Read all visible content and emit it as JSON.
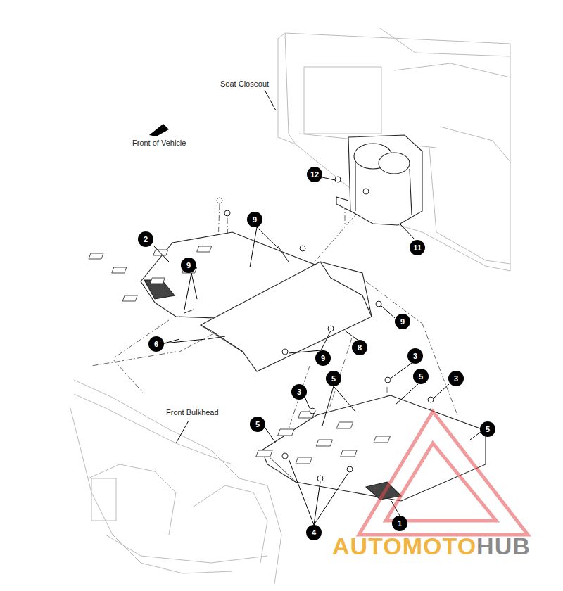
{
  "diagram": {
    "nodes": [
      {
        "text": [
          "12"
        ]
      },
      {
        "text": [
          "9"
        ]
      },
      {
        "text": [
          "2"
        ]
      },
      {
        "text": [
          "11"
        ]
      },
      {
        "text": [
          "9"
        ]
      },
      {
        "text": [
          "9"
        ]
      },
      {
        "text": [
          "6"
        ]
      },
      {
        "text": [
          "8"
        ]
      },
      {
        "text": [
          "9"
        ]
      },
      {
        "text": [
          "3"
        ]
      },
      {
        "text": [
          "3"
        ]
      },
      {
        "text": [
          "5"
        ]
      },
      {
        "text": [
          "5"
        ]
      },
      {
        "text": [
          "3"
        ]
      },
      {
        "text": [
          "5"
        ]
      },
      {
        "text": [
          "5"
        ]
      },
      {
        "text": [
          "1"
        ]
      },
      {
        "text": [
          "4"
        ]
      }
    ],
    "labels": [
      "Seat Closeout",
      "Front of Vehicle",
      "Front Bulkhead",
      "AUTOMOTO",
      "HUB"
    ]
  }
}
